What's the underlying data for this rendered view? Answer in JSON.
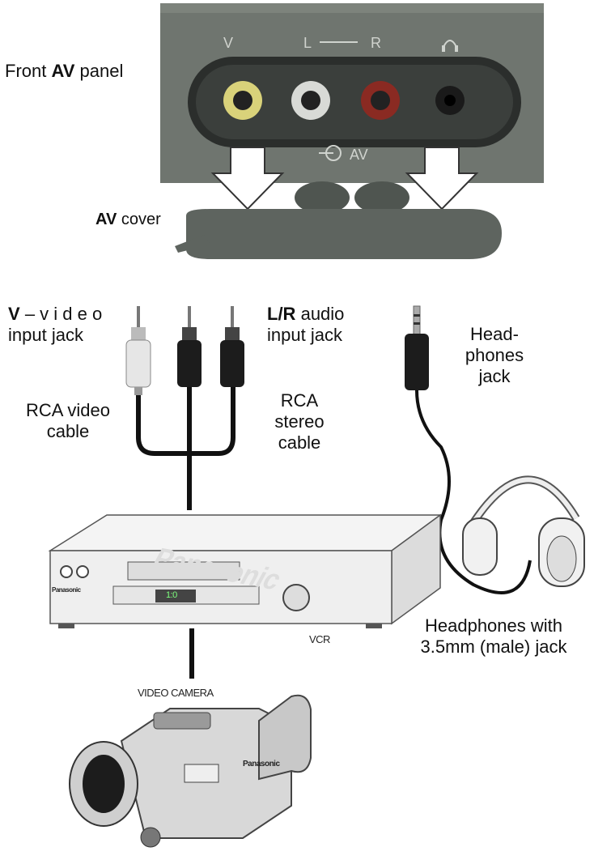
{
  "panel": {
    "label_bold": "AV",
    "label_prefix": "Front",
    "label_suffix": "panel",
    "jack_v": "V",
    "jack_l": "L",
    "jack_r": "R",
    "av_marking": "AV"
  },
  "cover": {
    "label_bold": "AV",
    "label_suffix": "cover"
  },
  "video_input": {
    "label_bold": "V",
    "label_rest": "– v i d e o",
    "label_line2": "input jack"
  },
  "audio_input": {
    "label_bold": "L/R",
    "label_rest": "audio",
    "label_line2": "input jack"
  },
  "rca_video_cable": {
    "line1": "RCA video",
    "line2": "cable"
  },
  "rca_stereo_cable": {
    "line1": "RCA",
    "line2": "stereo",
    "line3": "cable"
  },
  "headphones_jack": {
    "line1": "Head-",
    "line2": "phones",
    "line3": "jack"
  },
  "headphones": {
    "line1": "Headphones with",
    "line2": "3.5mm (male) jack"
  },
  "vcr": {
    "label": "VCR",
    "brand": "Panasonic",
    "display": "1:0"
  },
  "camera": {
    "label": "VIDEO CAMERA",
    "brand": "Panasonic"
  },
  "colors": {
    "panel": "#6f756f",
    "cover": "#5e645f",
    "video_plug": "#e9e2a0",
    "audio_red": "#8a2a22"
  }
}
